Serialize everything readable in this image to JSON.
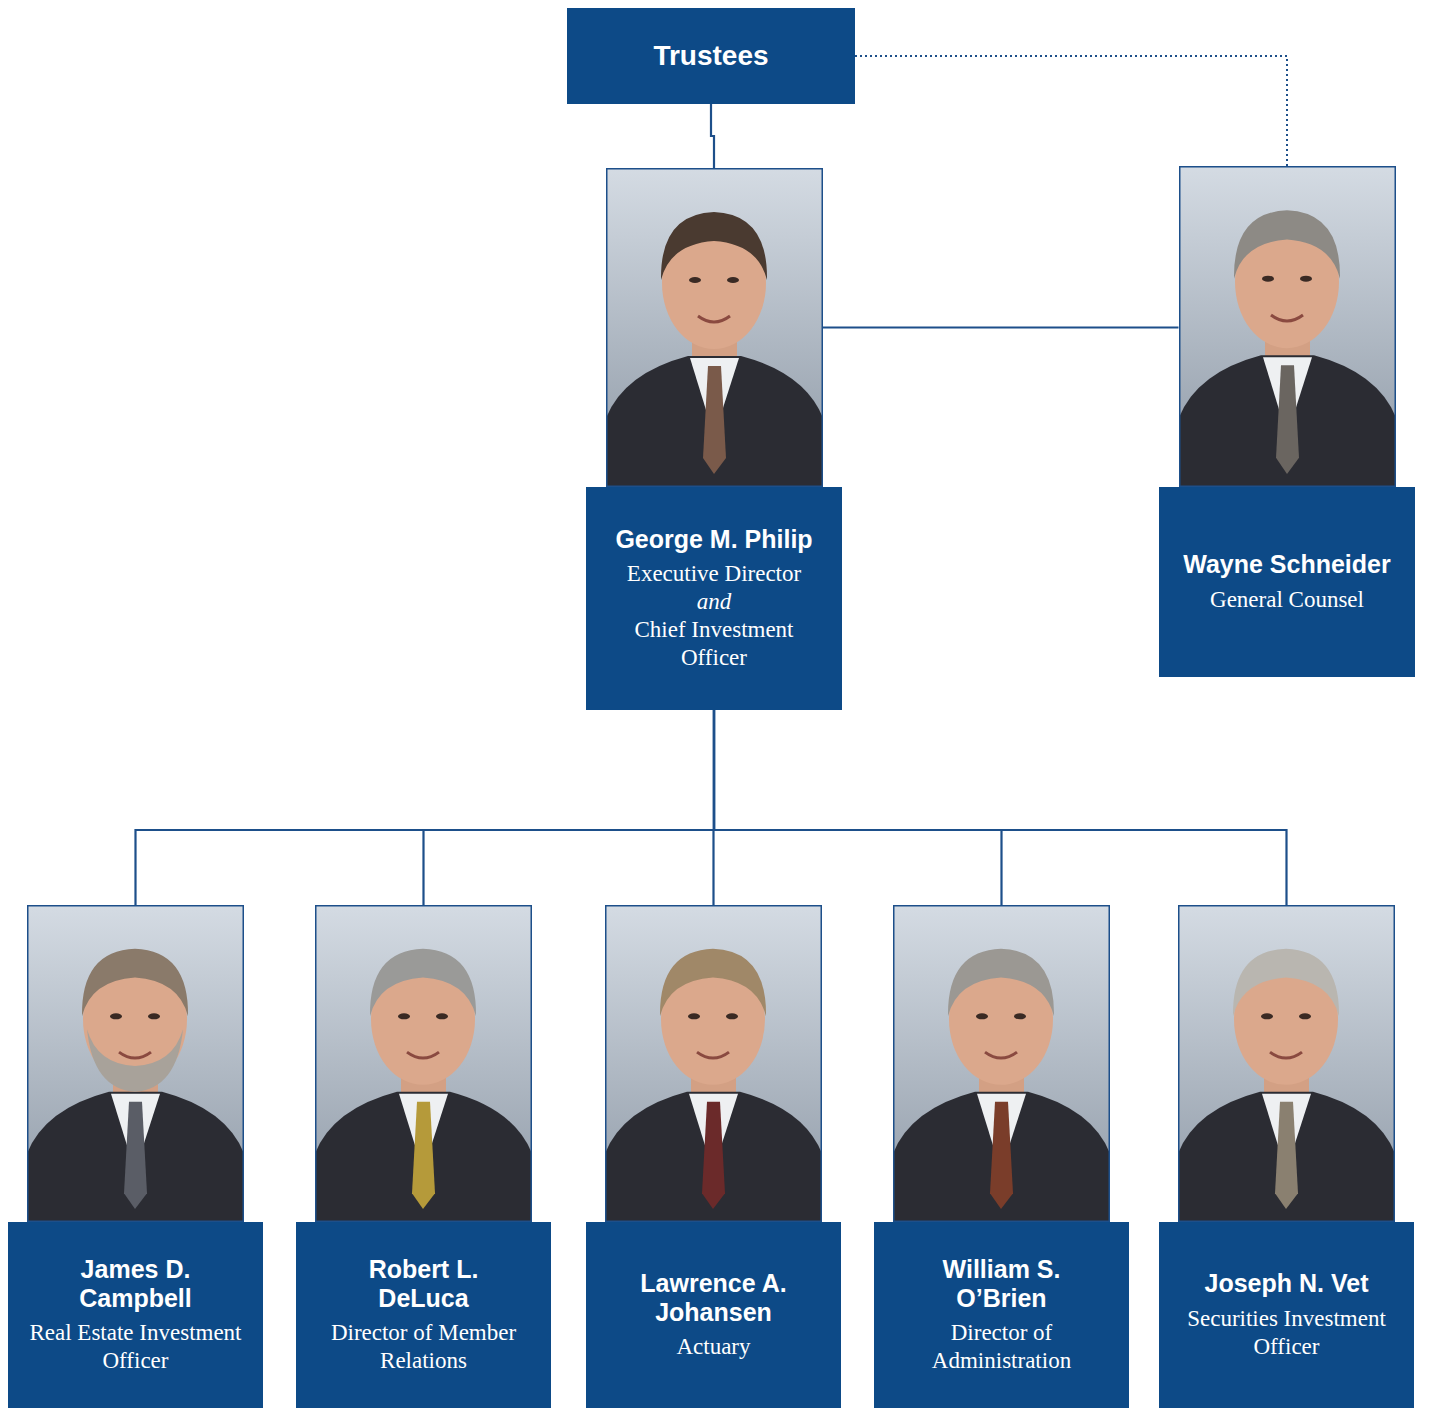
{
  "diagram": {
    "nodes": [
      {
        "text": [
          "Trustees"
        ]
      },
      {
        "text": [
          "George M. Philip",
          "Executive Director",
          "and",
          "Chief Investment Officer"
        ]
      },
      {
        "text": [
          "Wayne Schneider",
          "General Counsel"
        ]
      },
      {
        "text": [
          "James D. Campbell",
          "Real Estate Investment Officer"
        ]
      },
      {
        "text": [
          "Robert L. DeLuca",
          "Director of Member Relations"
        ]
      },
      {
        "text": [
          "Lawrence A. Johansen",
          "Actuary"
        ]
      },
      {
        "text": [
          "William S. O’Brien",
          "Director of Administration"
        ]
      },
      {
        "text": [
          "Joseph N. Vet",
          "Securities Investment Officer"
        ]
      }
    ],
    "edges": [
      {
        "from": 0,
        "to": 1,
        "arrow": "none"
      },
      {
        "from": 0,
        "to": 2,
        "arrow": "none"
      },
      {
        "from": 1,
        "to": 2,
        "arrow": "none"
      },
      {
        "from": 1,
        "to": 3,
        "arrow": "none"
      },
      {
        "from": 1,
        "to": 4,
        "arrow": "none"
      },
      {
        "from": 1,
        "to": 5,
        "arrow": "none"
      },
      {
        "from": 1,
        "to": 6,
        "arrow": "none"
      },
      {
        "from": 1,
        "to": 7,
        "arrow": "none"
      }
    ]
  }
}
